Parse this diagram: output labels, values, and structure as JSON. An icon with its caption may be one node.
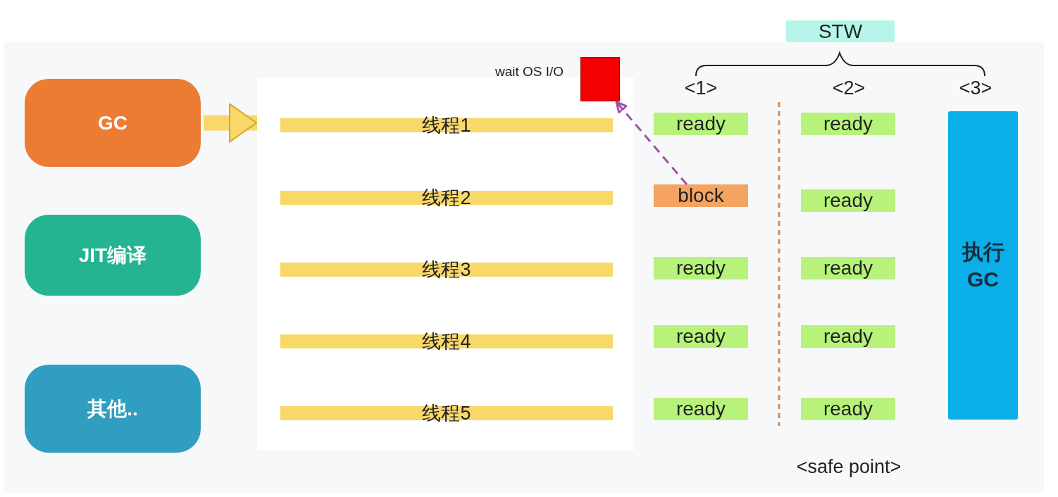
{
  "diagram": {
    "nodes": [
      {
        "text": [
          "GC"
        ]
      },
      {
        "text": [
          "JIT编译"
        ]
      },
      {
        "text": [
          "其他.."
        ]
      },
      {
        "text": [],
        "shape": "box"
      },
      {
        "text": [
          "线程1"
        ],
        "in": 3
      },
      {
        "text": [
          "线程2"
        ],
        "in": 3
      },
      {
        "text": [
          "线程3"
        ],
        "in": 3
      },
      {
        "text": [
          "线程4"
        ],
        "in": 3
      },
      {
        "text": [
          "线程5"
        ],
        "in": 3
      },
      {
        "text": [
          "wait OS I/O"
        ]
      },
      {
        "text": [
          "STW"
        ]
      },
      {
        "text": [
          "ready"
        ]
      },
      {
        "text": [
          "block"
        ]
      },
      {
        "text": [
          "ready"
        ]
      },
      {
        "text": [
          "ready"
        ]
      },
      {
        "text": [
          "ready"
        ]
      },
      {
        "text": [
          "ready"
        ]
      },
      {
        "text": [
          "ready"
        ]
      },
      {
        "text": [
          "ready"
        ]
      },
      {
        "text": [
          "ready"
        ]
      },
      {
        "text": [
          "ready"
        ]
      },
      {
        "text": [
          "执行GC"
        ]
      }
    ],
    "edges": [
      {
        "from": 0,
        "to": 3,
        "arrow": "to",
        "style": "thick",
        "color": "#f9d86a"
      },
      {
        "from": 12,
        "to": 9,
        "arrow": "to",
        "style": "dashed",
        "color": "#a050a8"
      }
    ],
    "labels": [
      "<1>",
      "<2>",
      "<3>",
      "<safe point>"
    ]
  }
}
